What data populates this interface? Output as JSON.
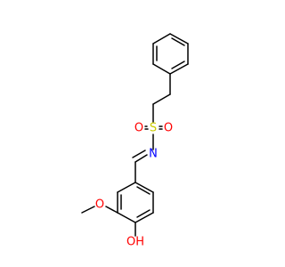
{
  "molecule": {
    "colors": {
      "bond": "#000000",
      "sulfur": "#cccc00",
      "oxygen": "#ff0000",
      "nitrogen": "#0000ff"
    },
    "atoms": {
      "sulfur": "S",
      "oxygen_left": "O",
      "oxygen_right": "O",
      "nitrogen": "N",
      "methoxy_oxygen": "O",
      "hydroxyl": "OH"
    }
  }
}
